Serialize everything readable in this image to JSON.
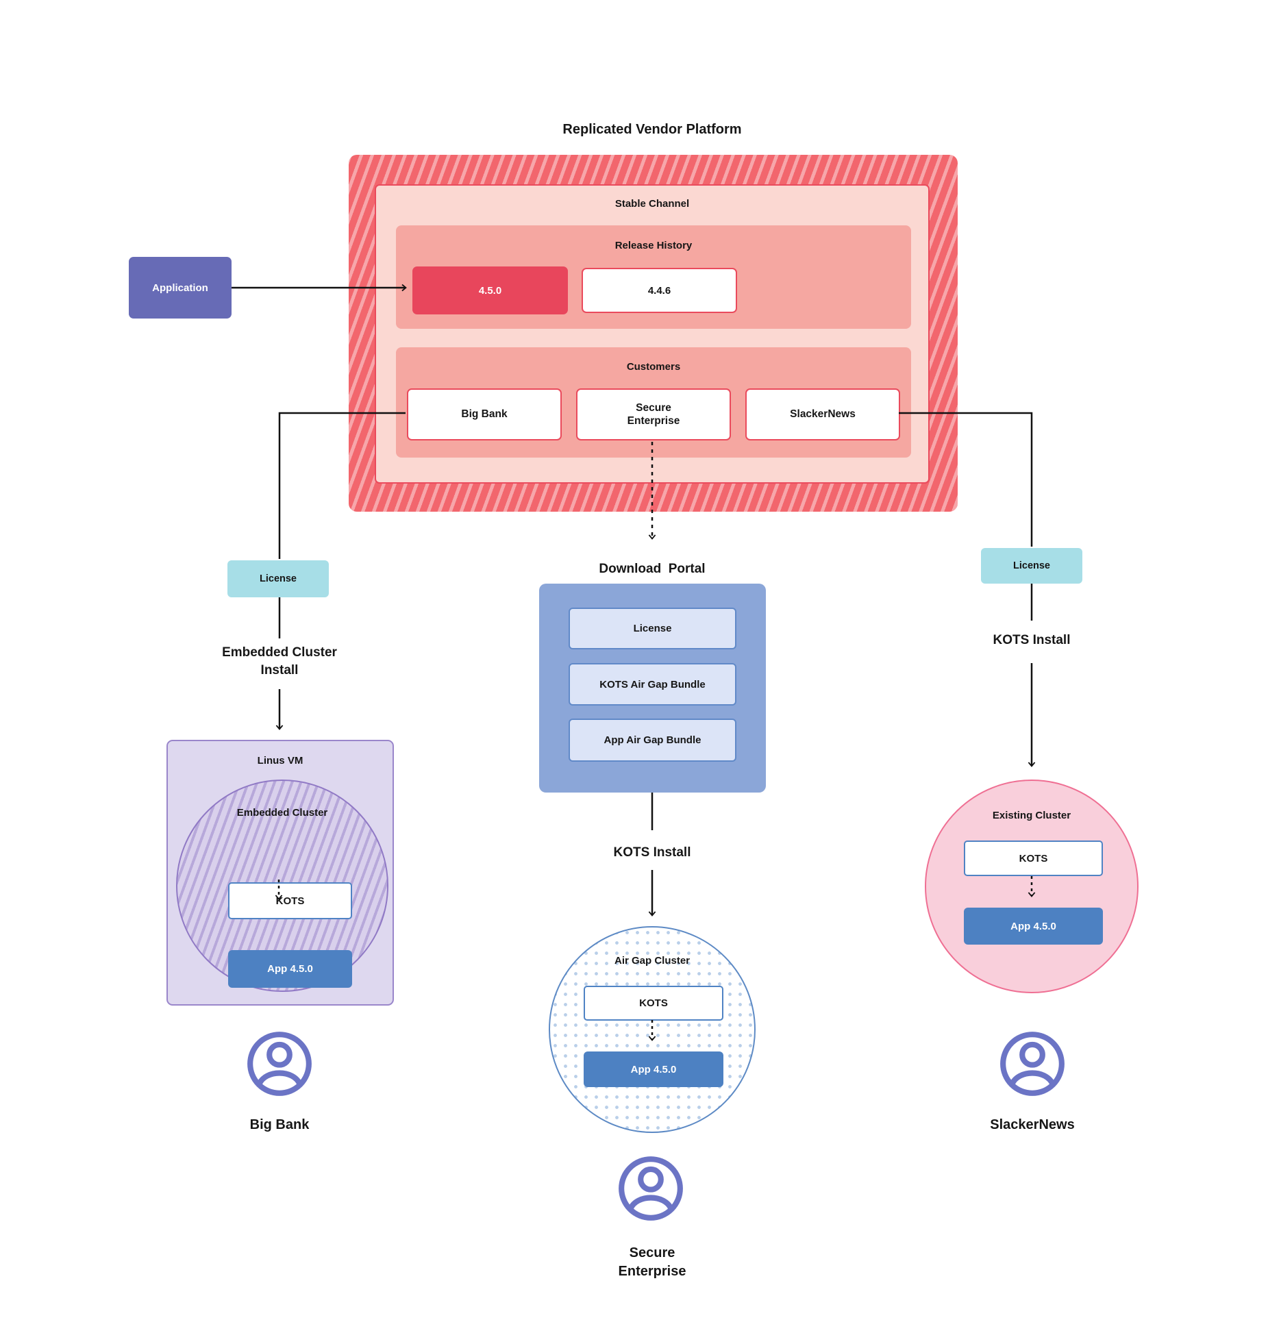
{
  "title": "Replicated Vendor Platform",
  "application": {
    "label": "Application"
  },
  "vendor": {
    "stable_channel_label": "Stable Channel",
    "release_history": {
      "label": "Release History",
      "releases": [
        {
          "label": "4.5.0",
          "highlighted": true
        },
        {
          "label": "4.4.6",
          "highlighted": false
        }
      ]
    },
    "customers": {
      "label": "Customers",
      "items": [
        {
          "label": "Big Bank"
        },
        {
          "label": "Secure Enterprise"
        },
        {
          "label": "SlackerNews"
        }
      ]
    }
  },
  "left_flow": {
    "license_label": "License",
    "install_label": "Embedded Cluster Install",
    "vm": {
      "label": "Linus VM",
      "cluster_label": "Embedded Cluster",
      "kots_label": "KOTS",
      "app_label": "App 4.5.0"
    },
    "user": {
      "icon": "user-icon",
      "label": "Big Bank"
    }
  },
  "middle_flow": {
    "portal_label": "Download  Portal",
    "portal_items": [
      "License",
      "KOTS Air Gap Bundle",
      "App Air Gap Bundle"
    ],
    "install_label": "KOTS Install",
    "cluster": {
      "label": "Air Gap Cluster",
      "kots_label": "KOTS",
      "app_label": "App 4.5.0"
    },
    "user": {
      "icon": "user-icon",
      "label": "Secure Enterprise"
    }
  },
  "right_flow": {
    "license_label": "License",
    "install_label": "KOTS Install",
    "cluster": {
      "label": "Existing Cluster",
      "kots_label": "KOTS",
      "app_label": "App 4.5.0"
    },
    "user": {
      "icon": "user-icon",
      "label": "SlackerNews"
    }
  },
  "colors": {
    "hatch_red": "#f2666d",
    "stable_pink": "#fbd8d2",
    "salmon": "#f5a7a1",
    "crimson": "#e8465c",
    "teal": "#a7dee7",
    "portal_blue": "#8ba6d8",
    "portal_item_blue": "#dce4f7",
    "app_blue": "#4d81c2",
    "lavender": "#ded8ef",
    "purple_border": "#9079c5",
    "existing_pink": "#f9cfdb",
    "application_purple": "#676bb6",
    "user_icon_indigo": "#6b74c5",
    "line_black": "#111111"
  }
}
